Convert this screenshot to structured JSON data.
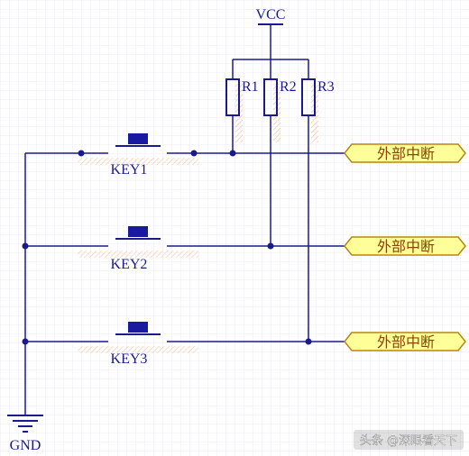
{
  "colors": {
    "background": "#ffffff",
    "grid": "#eceef2",
    "wire": "#1a1a8c",
    "junction": "#1a1a8c",
    "component_body": "#1a1a8c",
    "button_cap": "#1a1aa0",
    "label_text": "#1a1a8c",
    "designator_text": "#1a1a8c",
    "port_fill": "#ffff99",
    "port_border": "#b8860b",
    "port_text": "#8b4500",
    "hatch": "#f0a060",
    "watermark": "#ffffff"
  },
  "power": {
    "vcc_label": "VCC",
    "gnd_label": "GND"
  },
  "resistors": [
    {
      "designator": "R1"
    },
    {
      "designator": "R2"
    },
    {
      "designator": "R3"
    }
  ],
  "keys": [
    {
      "designator": "KEY1"
    },
    {
      "designator": "KEY2"
    },
    {
      "designator": "KEY3"
    }
  ],
  "ports": [
    {
      "label": "外部中断"
    },
    {
      "label": "外部中断"
    },
    {
      "label": "外部中断"
    }
  ],
  "watermark": {
    "text": "头条 @深眼看天下"
  }
}
